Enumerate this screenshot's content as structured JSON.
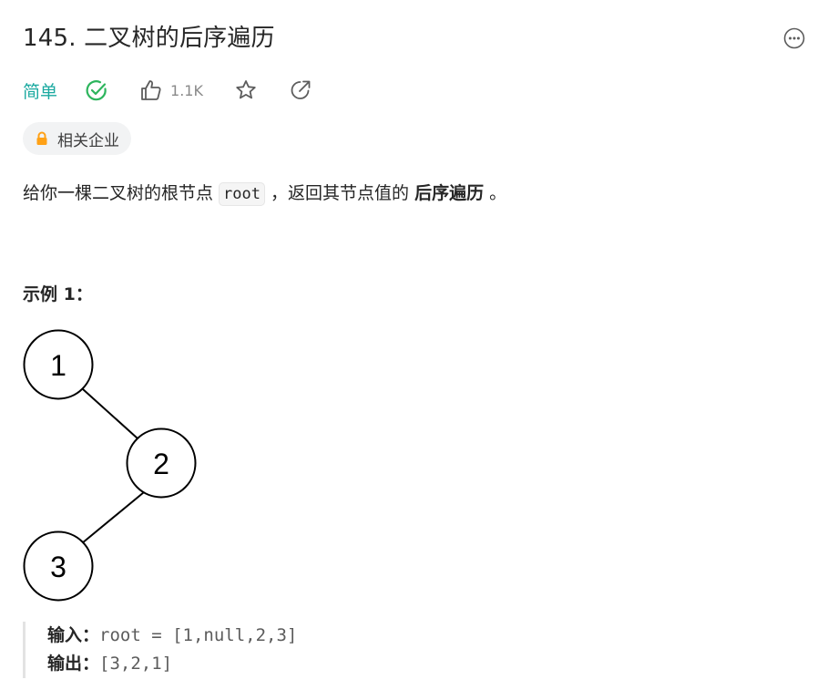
{
  "problem": {
    "title": "145. 二叉树的后序遍历",
    "difficulty": "简单",
    "likes": "1.1K",
    "company_tag": "相关企业"
  },
  "description": {
    "prefix": "给你一棵二叉树的根节点 ",
    "code": "root",
    "middle": " ，返回其节点值的 ",
    "emphasis": "后序遍历",
    "suffix": " 。"
  },
  "example1": {
    "title": "示例 1：",
    "tree_nodes": [
      "1",
      "2",
      "3"
    ],
    "input_label": "输入：",
    "input_value": "root = [1,null,2,3]",
    "output_label": "输出：",
    "output_value": "[3,2,1]"
  },
  "icons": {
    "more": "more-horizontal-icon",
    "solved": "check-circle-icon",
    "like": "thumbs-up-icon",
    "star": "star-icon",
    "share": "share-icon",
    "lock": "lock-icon"
  },
  "colors": {
    "difficulty_easy": "#1aa9a0",
    "solved_green": "#2db55d",
    "lock_orange": "#ffa116"
  }
}
